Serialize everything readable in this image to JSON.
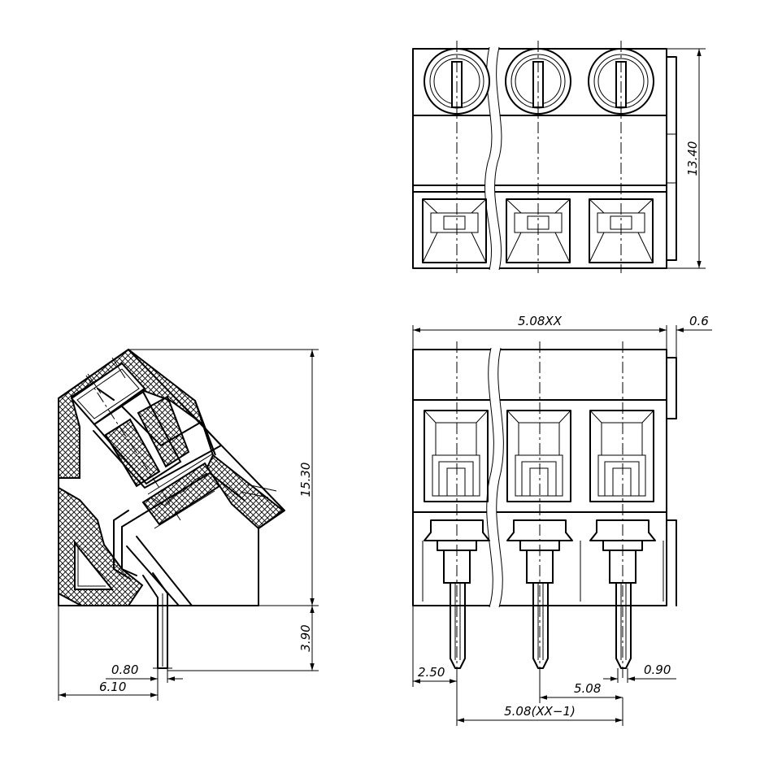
{
  "dimensions": {
    "top_height": "13.40",
    "width_total": "5.08XX",
    "side_gap": "0.6",
    "body_height": "15.30",
    "pin_length": "3.90",
    "pin_thickness": "0.80",
    "pin_offset": "6.10",
    "edge_to_pin": "2.50",
    "pitch": "5.08",
    "pin_width": "0.90",
    "pitch_total": "5.08(XX−1)"
  }
}
